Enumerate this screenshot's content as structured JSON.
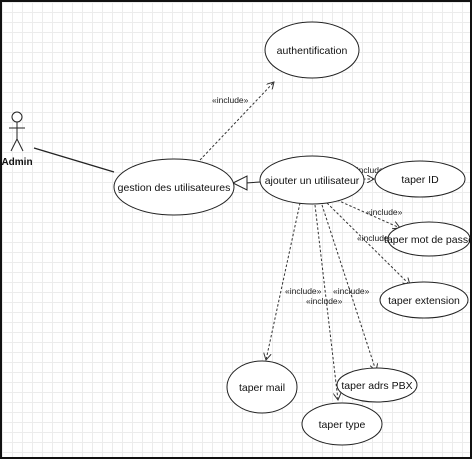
{
  "actor": {
    "label": "Admin"
  },
  "use_cases": {
    "authentification": "authentification",
    "gestion": "gestion  des utilisateures",
    "ajouter": "ajouter un utilisateur",
    "taper_id": "taper ID",
    "taper_mdp": "taper mot de passe",
    "taper_extension": "taper extension",
    "taper_mail": "taper mail",
    "taper_adrs_pbx": "taper adrs PBX",
    "taper_type": "taper type"
  },
  "relations": {
    "include": "«include»"
  }
}
